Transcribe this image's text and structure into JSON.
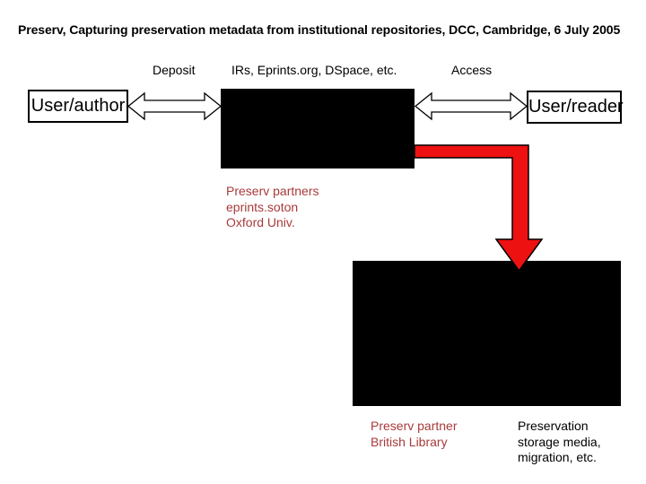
{
  "slide": {
    "title": "Preserv, Capturing preservation metadata from institutional repositories, DCC, Cambridge, 6 July 2005",
    "flow_labels": {
      "deposit": "Deposit",
      "repositories": "IRs, Eprints.org, DSpace, etc.",
      "access": "Access"
    },
    "boxes": {
      "user_author": "User/author",
      "user_reader": "User/reader"
    },
    "annotations": {
      "partners_top": {
        "lines": [
          "Preserv partners",
          "eprints.soton",
          "Oxford Univ."
        ]
      },
      "partner_bottom": {
        "lines": [
          "Preserv partner",
          "British Library"
        ]
      },
      "storage": {
        "lines": [
          "Preservation",
          "storage media,",
          "migration, etc."
        ]
      }
    },
    "colors": {
      "background": "#FFFFFF",
      "text": "#000000",
      "annotation_red": "#A83A3A",
      "red_arrow": "#EE1111",
      "panel_black": "#000000"
    }
  }
}
